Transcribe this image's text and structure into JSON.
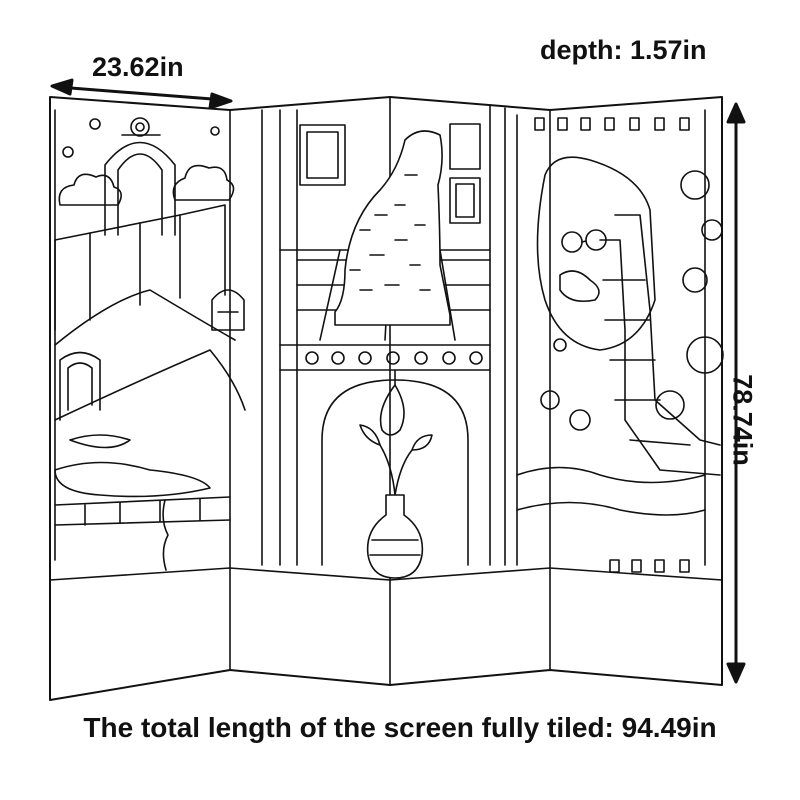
{
  "dimensions": {
    "panel_width": "23.62in",
    "depth": "depth: 1.57in",
    "height": "78.74in",
    "total_length": "The total length of the screen fully tiled: 94.49in"
  }
}
